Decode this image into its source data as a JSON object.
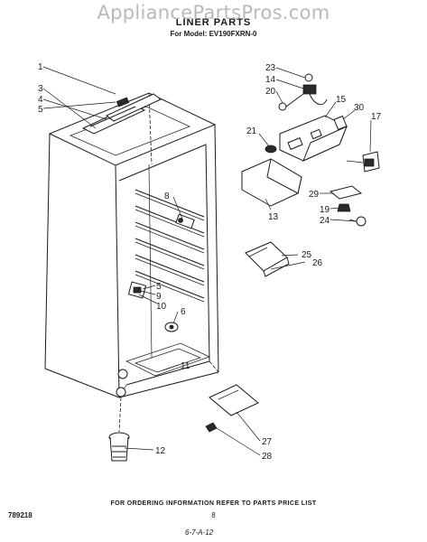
{
  "header": {
    "watermark": "AppliancePartsPros.com",
    "title": "LINER PARTS",
    "model": "For Model: EV190FXRN-0"
  },
  "footer": {
    "ordering_info": "FOR ORDERING INFORMATION REFER TO PARTS PRICE LIST",
    "doc_number": "789218",
    "page_number": "8",
    "signature": "6-7-A-12"
  },
  "callouts": {
    "c1": "1",
    "c3": "3",
    "c4": "4",
    "c5": "5",
    "c5b": "5",
    "c6": "6",
    "c8": "8",
    "c9": "9",
    "c10": "10",
    "c11": "11",
    "c12": "12",
    "c13": "13",
    "c14": "14",
    "c15": "15",
    "c17": "17",
    "c19": "19",
    "c20": "20",
    "c21": "21",
    "c23": "23",
    "c24": "24",
    "c25": "25",
    "c26": "26",
    "c27": "27",
    "c28": "28",
    "c29": "29",
    "c30": "30"
  }
}
